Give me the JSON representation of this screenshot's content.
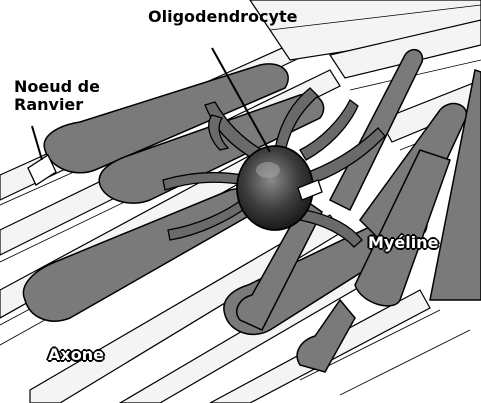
{
  "labels": {
    "oligodendrocyte": "Oligodendrocyte",
    "noeud_line1": "Noeud de",
    "noeud_line2": "Ranvier",
    "myeline": "Myéline",
    "axone": "Axone"
  },
  "colors": {
    "myelin": "#7a7a7a",
    "myelin_dark": "#4a4a4a",
    "axon": "#f4f4f4",
    "cell_body": "#3c3c3c",
    "outline": "#000000"
  }
}
